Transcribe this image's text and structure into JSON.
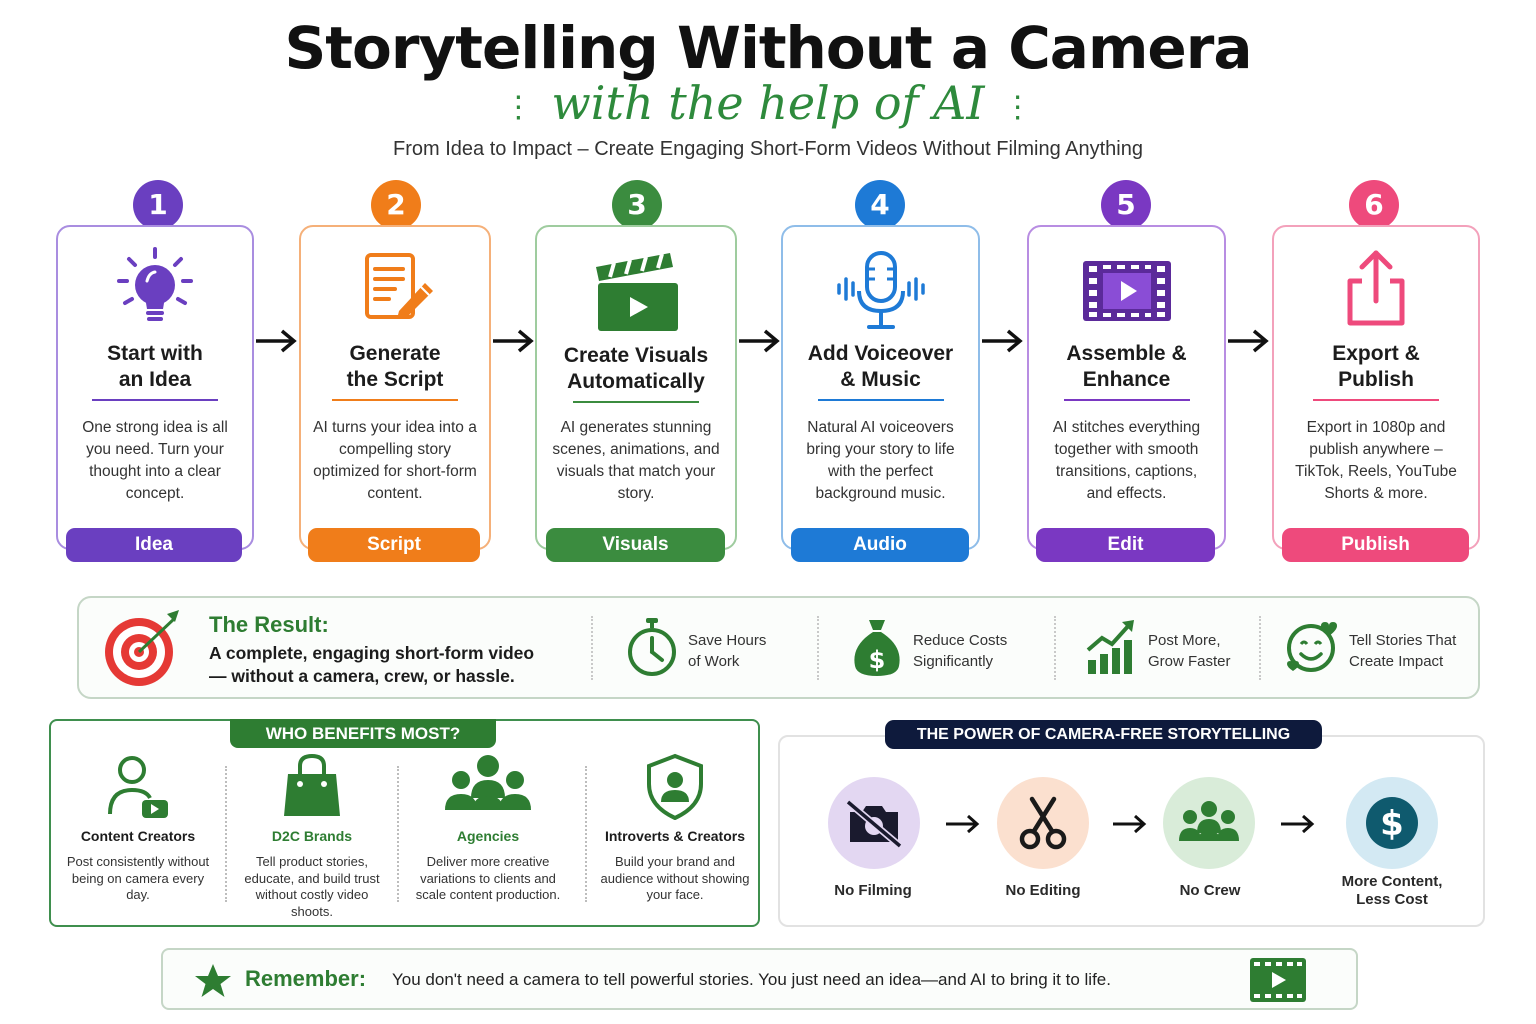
{
  "header": {
    "title": "Storytelling Without a Camera",
    "script_subtitle": "with the help of AI",
    "tagline": "From Idea to Impact – Create Engaging Short-Form Videos Without Filming Anything"
  },
  "steps": [
    {
      "number": "1",
      "title_line1": "Start with",
      "title_line2": "an Idea",
      "desc": "One strong idea is all you need. Turn your thought into a clear concept.",
      "pill": "Idea",
      "color": "#6a3fc0",
      "icon": "lightbulb-icon"
    },
    {
      "number": "2",
      "title_line1": "Generate",
      "title_line2": "the Script",
      "desc": "AI turns your idea into a compelling story optimized for short-form content.",
      "pill": "Script",
      "color": "#f07d1a",
      "icon": "script-document-icon"
    },
    {
      "number": "3",
      "title_line1": "Create Visuals",
      "title_line2": "Automatically",
      "desc": "AI generates stunning scenes, animations, and visuals that match your story.",
      "pill": "Visuals",
      "color": "#3b8c3f",
      "icon": "clapperboard-icon"
    },
    {
      "number": "4",
      "title_line1": "Add Voiceover",
      "title_line2": "& Music",
      "desc": "Natural AI voiceovers bring your story to life with the perfect background music.",
      "pill": "Audio",
      "color": "#1e7ad6",
      "icon": "microphone-icon"
    },
    {
      "number": "5",
      "title_line1": "Assemble &",
      "title_line2": "Enhance",
      "desc": "AI stitches everything together with smooth transitions, captions, and effects.",
      "pill": "Edit",
      "color": "#7a38c2",
      "icon": "film-strip-icon"
    },
    {
      "number": "6",
      "title_line1": "Export &",
      "title_line2": "Publish",
      "desc": "Export in 1080p and publish anywhere – TikTok, Reels, YouTube Shorts & more.",
      "pill": "Publish",
      "color": "#ee4a7c",
      "icon": "share-export-icon"
    }
  ],
  "result": {
    "heading": "The Result:",
    "text_line1": "A complete, engaging short-form video",
    "text_line2": "— without a camera, crew, or hassle.",
    "benefits": [
      {
        "line1": "Save Hours",
        "line2": "of Work",
        "icon": "stopwatch-icon"
      },
      {
        "line1": "Reduce Costs",
        "line2": "Significantly",
        "icon": "money-bag-icon"
      },
      {
        "line1": "Post More,",
        "line2": "Grow Faster",
        "icon": "growth-chart-icon"
      },
      {
        "line1": "Tell Stories That",
        "line2": "Create Impact",
        "icon": "smile-hearts-icon"
      }
    ]
  },
  "who": {
    "tab": "WHO BENEFITS MOST?",
    "items": [
      {
        "name": "Content Creators",
        "desc": "Post consistently without being on camera every day.",
        "icon": "creator-icon"
      },
      {
        "name": "D2C Brands",
        "desc": "Tell product stories, educate, and build trust without costly video shoots.",
        "icon": "shopping-bag-icon"
      },
      {
        "name": "Agencies",
        "desc": "Deliver more creative variations to clients and scale content production.",
        "icon": "team-icon"
      },
      {
        "name": "Introverts & Creators",
        "desc": "Build your brand and audience without showing your face.",
        "icon": "shield-person-icon"
      }
    ]
  },
  "power": {
    "tab": "THE POWER OF CAMERA-FREE STORYTELLING",
    "items": [
      {
        "label": "No Filming",
        "icon": "no-camera-icon"
      },
      {
        "label": "No Editing",
        "icon": "scissors-icon"
      },
      {
        "label": "No Crew",
        "icon": "crew-icon"
      },
      {
        "label_line1": "More Content,",
        "label_line2": "Less Cost",
        "icon": "dollar-icon"
      }
    ]
  },
  "remember": {
    "label": "Remember:",
    "message": "You don't need a camera to tell powerful stories. You just need an idea—and AI to bring it to life."
  }
}
